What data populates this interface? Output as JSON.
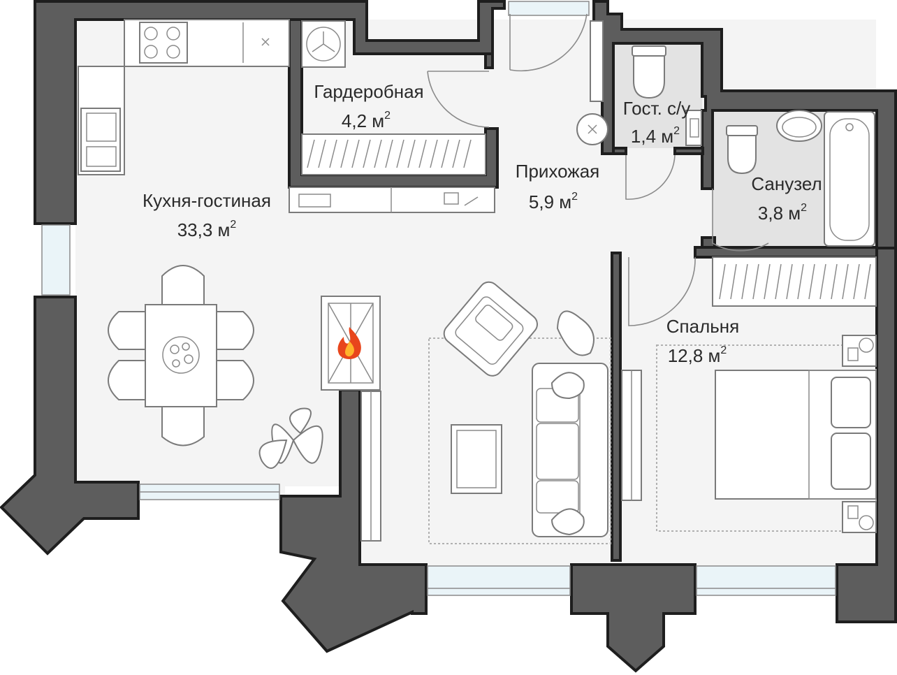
{
  "rooms": {
    "kitchen": {
      "name": "Кухня-гостиная",
      "area": "33,3 м",
      "unit_exp": "2"
    },
    "wardrobe": {
      "name": "Гардеробная",
      "area": "4,2 м",
      "unit_exp": "2"
    },
    "hall": {
      "name": "Прихожая",
      "area": "5,9 м",
      "unit_exp": "2"
    },
    "guest_wc": {
      "name": "Гост. с/у",
      "area": "1,4 м",
      "unit_exp": "2"
    },
    "bathroom": {
      "name": "Санузел",
      "area": "3,8 м",
      "unit_exp": "2"
    },
    "bedroom": {
      "name": "Спальня",
      "area": "12,8 м",
      "unit_exp": "2"
    }
  },
  "icons": {
    "fireplace": "fire-icon"
  },
  "colors": {
    "wall": "#5d5d5d",
    "floor": "#f4f4f4",
    "wet_zone": "#e3e3e3",
    "fire": "#e8461c"
  }
}
